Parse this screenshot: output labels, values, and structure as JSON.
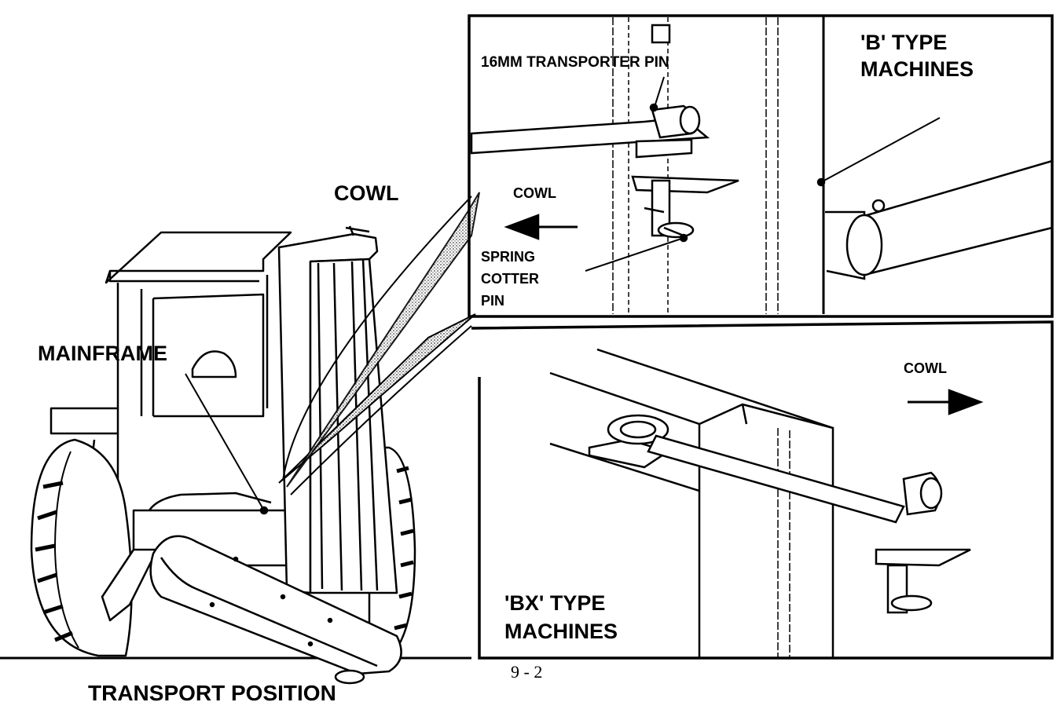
{
  "labels": {
    "cowl_main": "COWL",
    "mainframe": "MAINFRAME",
    "transport_position": "TRANSPORT POSITION",
    "transporter_pin": "16MM TRANSPORTER PIN",
    "b_type_line1": "'B' TYPE",
    "b_type_line2": "MACHINES",
    "cowl_b": "COWL",
    "spring_line1": "SPRING",
    "spring_line2": "COTTER",
    "spring_line3": "PIN",
    "cowl_bx": "COWL",
    "bx_type_line1": "'BX' TYPE",
    "bx_type_line2": "MACHINES"
  },
  "page_number": "9 - 2",
  "colors": {
    "ink": "#000000",
    "paper": "#ffffff",
    "stipple": "#555555"
  }
}
